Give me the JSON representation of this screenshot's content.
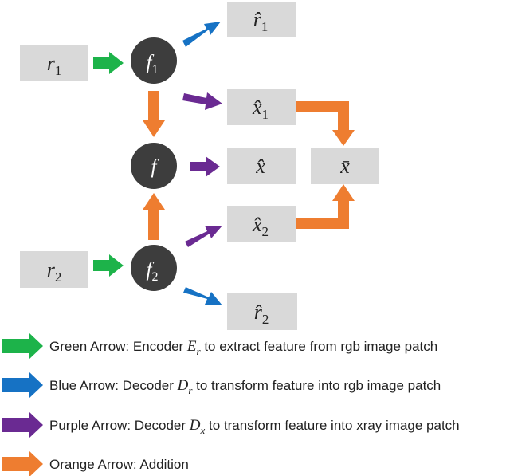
{
  "colors": {
    "green": "#1db34a",
    "blue": "#1672c4",
    "purple": "#6a2a92",
    "orange": "#ee7d30",
    "box": "#d9d9d9",
    "node": "#3d3d3d",
    "node_text": "#ffffff",
    "text": "#222222"
  },
  "boxes": {
    "r1": {
      "base": "r",
      "sub": "1"
    },
    "r2": {
      "base": "r",
      "sub": "2"
    },
    "r1_hat": {
      "base": "r̂",
      "sub": "1"
    },
    "r2_hat": {
      "base": "r̂",
      "sub": "2"
    },
    "x1_hat": {
      "base": "x̂",
      "sub": "1"
    },
    "x2_hat": {
      "base": "x̂",
      "sub": "2"
    },
    "x_hat": {
      "base": "x̂"
    },
    "x_bar": {
      "base": "x̄"
    }
  },
  "nodes": {
    "f1": {
      "base": "f",
      "sub": "1"
    },
    "f": {
      "base": "f"
    },
    "f2": {
      "base": "f",
      "sub": "2"
    }
  },
  "legend": {
    "green": {
      "pre": "Green Arrow: Encoder ",
      "sym": "E",
      "sub": "r",
      "post": " to extract feature from rgb image patch",
      "icon": "green-arrow-icon"
    },
    "blue": {
      "pre": "Blue Arrow: Decoder ",
      "sym": "D",
      "sub": "r",
      "post": " to transform feature into rgb image patch",
      "icon": "blue-arrow-icon"
    },
    "purple": {
      "pre": "Purple Arrow: Decoder ",
      "sym": "D",
      "sub": "x",
      "post": " to transform feature into xray image patch",
      "icon": "purple-arrow-icon"
    },
    "orange": {
      "text": "Orange Arrow: Addition",
      "icon": "orange-arrow-icon"
    }
  }
}
